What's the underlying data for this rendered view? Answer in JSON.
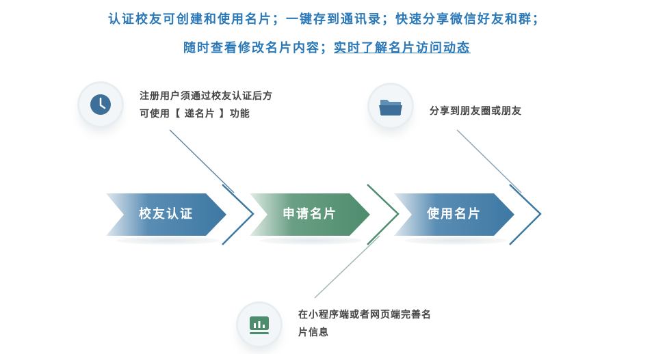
{
  "headline": {
    "line1": "认证校友可创建和使用名片；一键存到通讯录；快速分享微信好友和群；",
    "line2_prefix": "随时查看修改名片内容；",
    "line2_link": "实时了解名片访问动态"
  },
  "notes": {
    "step1_line1": "注册用户须通过校友认证后方",
    "step1_line2": "可使用【 递名片 】功能",
    "step3": "分享到朋友圈或朋友",
    "step2_line1": "在小程序端或者网页端完善名",
    "step2_line2": "片信息"
  },
  "steps": [
    {
      "label": "校友认证",
      "color": "#3d78a3"
    },
    {
      "label": "申请名片",
      "color": "#4e8c6e"
    },
    {
      "label": "使用名片",
      "color": "#3d78a3"
    }
  ],
  "icons": {
    "step1": "clock-icon",
    "step3": "folder-icon",
    "step2": "dashboard-icon"
  }
}
